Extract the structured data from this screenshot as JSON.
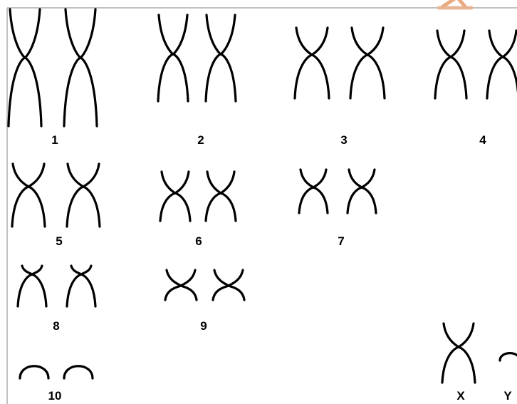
{
  "diagram": {
    "pairs": [
      {
        "label": "1"
      },
      {
        "label": "2"
      },
      {
        "label": "3"
      },
      {
        "label": "4"
      },
      {
        "label": "5"
      },
      {
        "label": "6"
      },
      {
        "label": "7"
      },
      {
        "label": "8"
      },
      {
        "label": "9"
      },
      {
        "label": "10"
      },
      {
        "label": "X"
      },
      {
        "label": "Y"
      }
    ],
    "colors": {
      "chromosome": "#000000",
      "background": "#ffffff",
      "frame": "#9a9a9a",
      "watermark": "#e8a070"
    }
  }
}
